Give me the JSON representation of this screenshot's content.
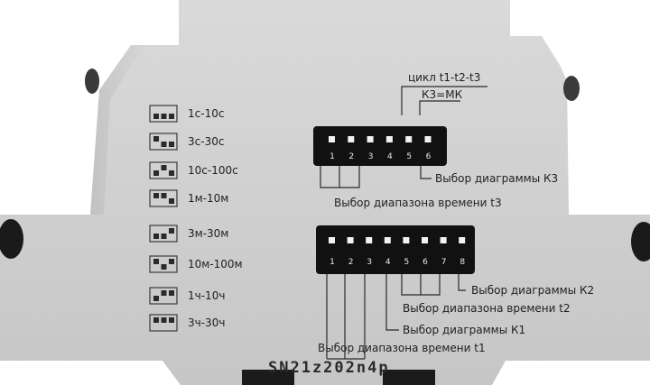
{
  "device": {
    "part_number": "SN21z202n4p"
  },
  "range_legend": {
    "items": [
      {
        "label": "1с-10с",
        "pattern": [
          0,
          0,
          0
        ]
      },
      {
        "label": "3с-30с",
        "pattern": [
          1,
          0,
          0
        ]
      },
      {
        "label": "10с-100с",
        "pattern": [
          0,
          1,
          0
        ]
      },
      {
        "label": "1м-10м",
        "pattern": [
          1,
          1,
          0
        ]
      },
      {
        "label": "3м-30м",
        "pattern": [
          0,
          0,
          1
        ]
      },
      {
        "label": "10м-100м",
        "pattern": [
          1,
          0,
          1
        ]
      },
      {
        "label": "1ч-10ч",
        "pattern": [
          0,
          1,
          1
        ]
      },
      {
        "label": "3ч-30ч",
        "pattern": [
          1,
          1,
          1
        ]
      }
    ]
  },
  "dip_switch_top": {
    "numbers": [
      "1",
      "2",
      "3",
      "4",
      "5",
      "6"
    ],
    "label_cycle": "цикл t1-t2-t3",
    "label_k3_mk": "К3=МК",
    "label_diagram_k3": "Выбор диаграммы К3",
    "label_range_t3": "Выбор диапазона времени t3"
  },
  "dip_switch_bottom": {
    "numbers": [
      "1",
      "2",
      "3",
      "4",
      "5",
      "6",
      "7",
      "8"
    ],
    "label_diagram_k2": "Выбор диаграммы К2",
    "label_range_t2": "Выбор диапазона времени t2",
    "label_diagram_k1": "Выбор диаграммы К1",
    "label_range_t1": "Выбор диапазона времени t1"
  },
  "colors": {
    "housing": "#d2d2d2",
    "background": "#ffffff",
    "switch_body": "#111111",
    "ink": "#1f1f1f"
  }
}
